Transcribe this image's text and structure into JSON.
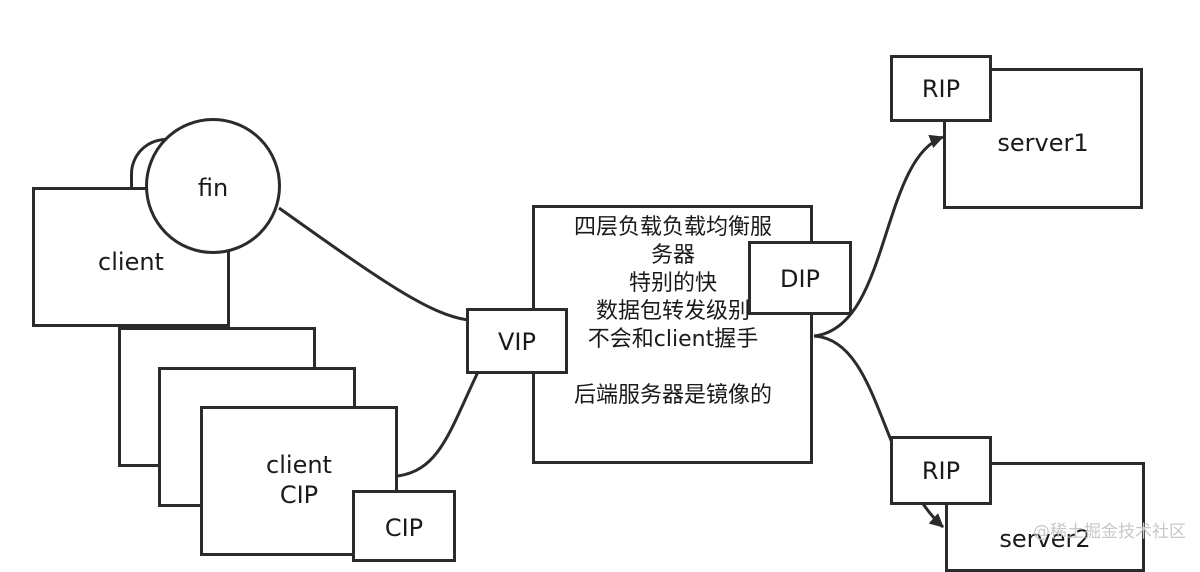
{
  "diagram": {
    "client_top": {
      "label": "client"
    },
    "fin_circle": {
      "label": "fin"
    },
    "client_front": {
      "line1": "client",
      "line2": "CIP"
    },
    "cip_box": {
      "label": "CIP"
    },
    "vip_box": {
      "label": "VIP"
    },
    "load_balancer": {
      "lines": [
        "四层负载负载均衡服",
        "务器",
        "特别的快",
        "数据包转发级别",
        "不会和client握手",
        "",
        "后端服务器是镜像的"
      ]
    },
    "dip_box": {
      "label": "DIP"
    },
    "server1": {
      "label": "server1",
      "rip_label": "RIP"
    },
    "server2": {
      "label": "server2",
      "rip_label": "RIP"
    }
  },
  "watermark": "@稀土掘金技术社区",
  "colors": {
    "stroke": "#2b2b2b",
    "fill": "#ffffff",
    "text": "#1a1a1a",
    "watermark": "#c8c8c8"
  }
}
